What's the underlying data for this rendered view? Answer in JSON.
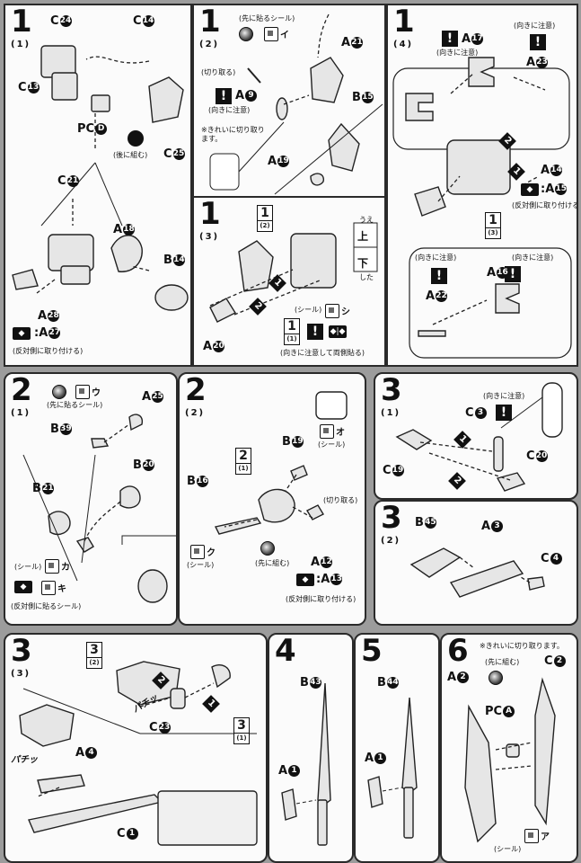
{
  "steps": [
    {
      "num": "1",
      "sub": "(1)",
      "labels": [
        "C",
        "C",
        "C",
        "PC",
        "A",
        "B",
        "C",
        "A",
        "A",
        "A"
      ],
      "nums": {
        "c24": "24",
        "c14": "14",
        "c13": "13",
        "pcd": "D",
        "c25": "25",
        "c21": "21",
        "a18": "18",
        "b14": "14",
        "a28": "28",
        "a27": "27"
      },
      "notes": {
        "back": "(後に組む)",
        "mirror": "(反対側に取り付ける)"
      }
    },
    {
      "num": "1",
      "sub": "(2)",
      "notes": {
        "seal_first": "(先に貼るシール)",
        "cut": "(切り取る)",
        "caution": "(向きに注意)",
        "clean_cut": "※きれいに切り取ります。"
      },
      "nums": {
        "a21": "21",
        "a9": "9",
        "b15": "15",
        "a19": "19"
      },
      "kana": {
        "i": "イ"
      }
    },
    {
      "num": "1",
      "sub": "(3)",
      "nums": {
        "a20": "20"
      },
      "notes": {
        "seal": "(シール)",
        "both": "(向きに注意して両側貼る)",
        "up": "上",
        "down": "下",
        "ue": "うえ",
        "shita": "した"
      },
      "kana": {
        "shi": "シ"
      },
      "refs": [
        {
          "n": "1",
          "s": "(2)"
        },
        {
          "n": "1",
          "s": "(1)"
        }
      ]
    },
    {
      "num": "1",
      "sub": "(4)",
      "nums": {
        "a17": "17",
        "a23": "23",
        "a14": "14",
        "a15": "15",
        "a16": "16",
        "a22": "22"
      },
      "notes": {
        "caution": "(向きに注意)",
        "mirror": "(反対側に取り付ける)"
      },
      "refs": [
        {
          "n": "1",
          "s": "(3)"
        }
      ]
    },
    {
      "num": "2",
      "sub": "(1)",
      "nums": {
        "a25": "25",
        "b39": "39",
        "b20": "20",
        "b21": "21"
      },
      "notes": {
        "seal_first": "(先に貼るシール)",
        "seal": "(シール)",
        "mirror_seal": "(反対側に貼るシール)"
      },
      "kana": {
        "u": "ウ",
        "ka": "カ",
        "ki": "キ"
      }
    },
    {
      "num": "2",
      "sub": "(2)",
      "nums": {
        "b19": "19",
        "b16": "16",
        "a12": "12",
        "a13": "13"
      },
      "notes": {
        "seal": "(シール)",
        "cut": "(切り取る)",
        "first": "(先に組む)",
        "mirror": "(反対側に取り付ける)"
      },
      "kana": {
        "o": "オ",
        "ku": "ク"
      },
      "refs": [
        {
          "n": "2",
          "s": "(1)"
        }
      ]
    },
    {
      "num": "3",
      "sub": "(1)",
      "nums": {
        "c3": "3",
        "c20": "20",
        "c19": "19"
      },
      "notes": {
        "caution": "(向きに注意)"
      }
    },
    {
      "num": "3",
      "sub": "(2)",
      "nums": {
        "b45": "45",
        "a3": "3",
        "c4": "4"
      }
    },
    {
      "num": "3",
      "sub": "(3)",
      "nums": {
        "c23": "23",
        "a4": "4",
        "c1": "1"
      },
      "sound": "パチッ",
      "refs": [
        {
          "n": "3",
          "s": "(2)"
        },
        {
          "n": "3",
          "s": "(1)"
        }
      ]
    },
    {
      "num": "4",
      "nums": {
        "b43": "43",
        "a1": "1"
      }
    },
    {
      "num": "5",
      "nums": {
        "b44": "44",
        "a1": "1"
      }
    },
    {
      "num": "6",
      "nums": {
        "a2": "2",
        "c2": "2",
        "pca": "A"
      },
      "notes": {
        "clean_cut": "※きれいに切り取ります。",
        "first": "(先に組む)",
        "seal": "(シール)"
      },
      "kana": {
        "a": "ア"
      }
    }
  ],
  "letters": {
    "A": "A",
    "B": "B",
    "C": "C",
    "PC": "PC"
  },
  "markers": {
    "warn": "!",
    "colon": ":",
    "arrow1": "1",
    "arrow2": "2"
  }
}
